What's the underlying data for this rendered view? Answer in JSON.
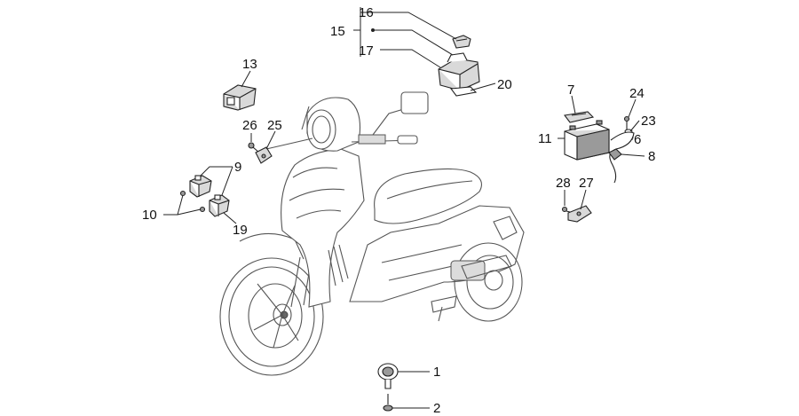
{
  "callouts": {
    "c1": "1",
    "c2": "2",
    "c6": "6",
    "c7": "7",
    "c8": "8",
    "c9": "9",
    "c10": "10",
    "c11": "11",
    "c13": "13",
    "c15": "15",
    "c16": "16",
    "c17": "17",
    "c19": "19",
    "c20": "20",
    "c23": "23",
    "c24": "24",
    "c25": "25",
    "c26": "26",
    "c27": "27",
    "c28": "28"
  }
}
